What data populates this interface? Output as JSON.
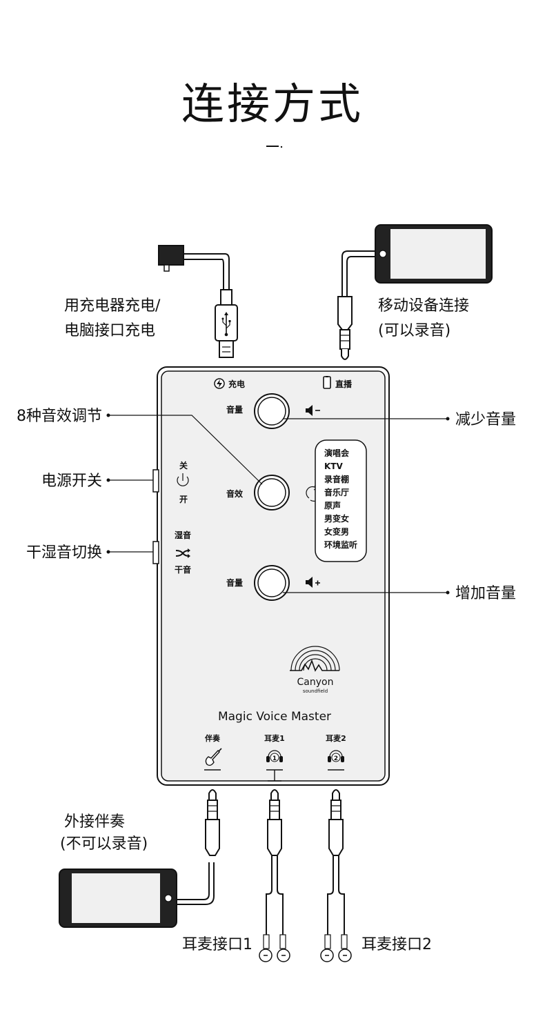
{
  "title": "连接方式",
  "labels": {
    "charging_l1": "用充电器充电/",
    "charging_l2": "电脑接口充电",
    "mobile_l1": "移动设备连接",
    "mobile_l2": "(可以录音)",
    "effects_adjust": "8种音效调节",
    "reduce_volume": "减少音量",
    "power_switch": "电源开关",
    "dry_wet_switch": "干湿音切换",
    "increase_volume": "增加音量",
    "accompaniment_l1": "外接伴奏",
    "accompaniment_l2": "(不可以录音)",
    "headset_port_1": "耳麦接口1",
    "headset_port_2": "耳麦接口2"
  },
  "device": {
    "top_charge": "充电",
    "top_live": "直播",
    "volume_top": "音量",
    "effects": "音效",
    "volume_bottom": "音量",
    "power_off": "关",
    "power_on": "开",
    "wet": "湿音",
    "dry": "干音",
    "effect_list": [
      "演唱会",
      "KTV",
      "录音棚",
      "音乐厅",
      "原声",
      "男变女",
      "女变男",
      "环境监听"
    ],
    "brand_name": "Canyon",
    "brand_sub": "soundfield",
    "product_name": "Magic Voice Master",
    "port_accompaniment": "伴奏",
    "port_headset1": "耳麦1",
    "port_headset2": "耳麦2",
    "headset1_num": "1",
    "headset2_num": "2"
  }
}
